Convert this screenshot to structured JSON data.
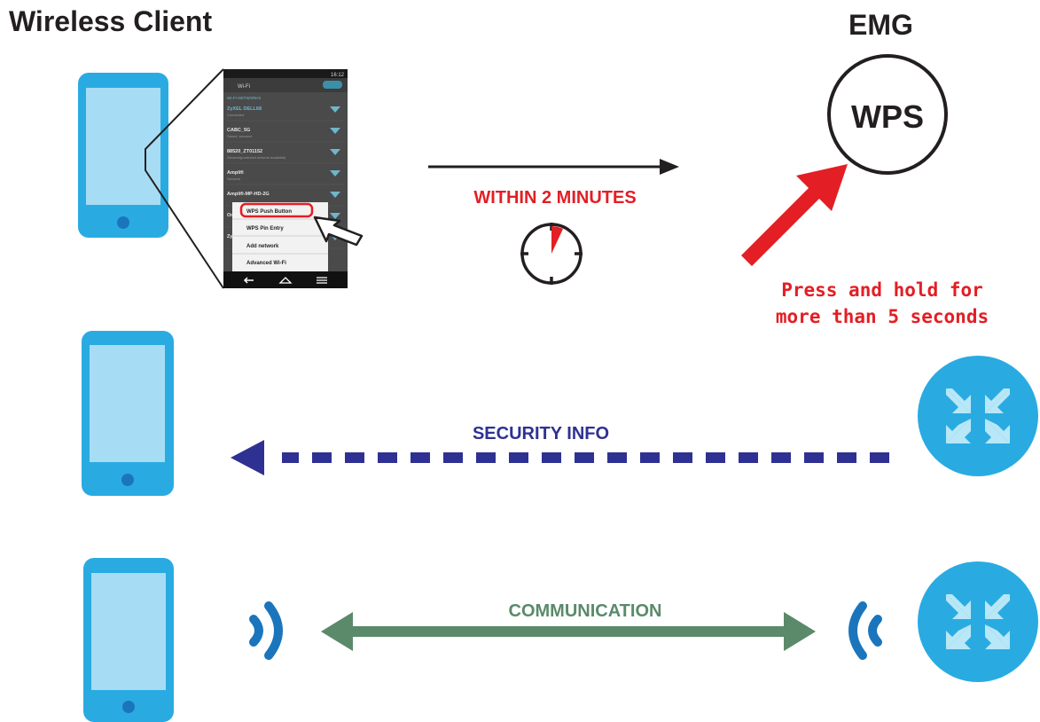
{
  "titles": {
    "client": "Wireless Client",
    "emg": "EMG"
  },
  "button": {
    "label": "WPS"
  },
  "steps": {
    "within": "WITHIN 2 MINUTES",
    "press_line1": "Press and hold for",
    "press_line2": "more than 5 seconds",
    "security": "SECURITY INFO",
    "communication": "COMMUNICATION"
  },
  "phone_screen": {
    "status_time": "16:12",
    "header": "Wi-Fi",
    "section": "WI-FI NETWORKS",
    "networks": [
      {
        "name": "ZyXEL DELL68",
        "status": "Connected"
      },
      {
        "name": "CABC_5G",
        "status": "Saved, secured"
      },
      {
        "name": "88520_ZT01152",
        "status": "Secured(protected network available)"
      },
      {
        "name": "Amplifi",
        "status": "Secured"
      },
      {
        "name": "Amplifi-MP-HD-2G",
        "status": ""
      },
      {
        "name": "Orbi",
        "status": ""
      },
      {
        "name": "ZyXEL",
        "status": ""
      }
    ],
    "menu": [
      "WPS Push Button",
      "WPS Pin Entry",
      "Add network",
      "Advanced Wi-Fi"
    ]
  },
  "colors": {
    "phone": "#29abe2",
    "phone_screen": "#a7dcf5",
    "router": "#29abe2",
    "red": "#e31e24",
    "navy": "#2e3192",
    "green": "#5a8a6a",
    "wave": "#1b75bc"
  }
}
